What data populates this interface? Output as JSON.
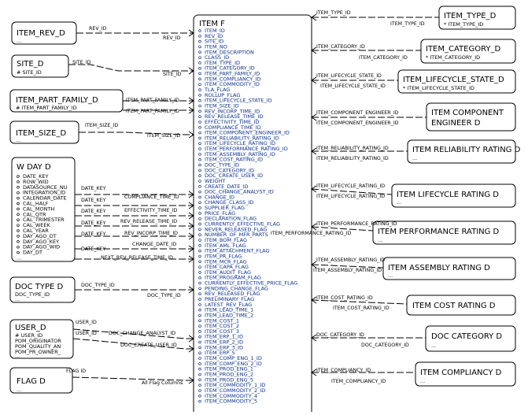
{
  "center": {
    "title": "ITEM F",
    "columns": [
      "ITEM_ID",
      "REV_ID",
      "SITE_ID",
      "ITEM_NO",
      "ITEM_DESCRIPTION",
      "CLASS_ID",
      "ITEM_TYPE_ID",
      "ITEM_CATEGORY_ID",
      "ITEM_PART_FAMILY_ID",
      "ITEM_COMPLIANCY_ID",
      "ITEM_COMMODITY_ID",
      "TLA_FLAG",
      "ROLLUP_FLAG",
      "ITEM_LIFECYCLE_STATE_ID",
      "ITEM_SIZE_ID",
      "REV_INCORP_TIME_ID",
      "REV_RELEASE_TIME_ID",
      "EFFECTIVITY_TIME_ID",
      "COMPLIANCE_TIME_ID",
      "ITEM_COMPONENT_ENGINEER_ID",
      "ITEM_RELIABILITY_RATING_ID",
      "ITEM_LIFECYCLE_RATING_ID",
      "ITEM_PERFORMANCE_RATING_ID",
      "ITEM_ASSEMBLY_RATING_ID",
      "ITEM_COST_RATING_ID",
      "DOC_TYPE_ID",
      "DOC_CATEGORY_ID",
      "DOC_CREATE_USER_ID",
      "WEIGHT",
      "CREATE_DATE_ID",
      "DOC_CHANGE_ANALYST_ID",
      "CHANGE_ID",
      "CHANGE_CLASS_ID",
      "SUPPLIER_FLAG",
      "PRICE_FLAG",
      "DECLARATION_FLAG",
      "CURRENTLY_EFFECTIVE_FLAG",
      "NEVER_RELEASED_FLAG",
      "NUMBER_OF_MFR_PARTS",
      "ITEM_BOM_FLAG",
      "ITEM_AML_FLAG",
      "ITEM_ATTACHMENT_FLAG",
      "ITEM_PR_FLAG",
      "ITEM_MCR_FLAG",
      "ITEM_CAPA_FLAG",
      "ITEM_AUDIT_FLAG",
      "ITEM_PROGRAM_FLAG",
      "CURRENTLY_EFFECTIVE_PRICE_FLAG",
      "PENDING_CHANGE_FLAG",
      "REV_RELEASED_FLAG",
      "PRELIMINARY_FLAG",
      "LATEST_REV_FLAG",
      "ITEM_LEAD_TIME_1",
      "ITEM_LEAD_TIME_2",
      "ITEM_COST_1",
      "ITEM_COST_2",
      "ITEM_COST_3",
      "ITEM_ERP_1_ID",
      "ITEM_ERP_2_ID",
      "ITEM_ERP_3_ID",
      "ITEM_ERP_5",
      "ITEM_COMP_ENG_1_ID",
      "ITEM_COMP_ENG_2_ID",
      "ITEM_PROD_ENG_1",
      "ITEM_PROD_ENG_2",
      "ITEM_PROD_ENG_5",
      "ITEM_COMMODITY_1_ID",
      "ITEM_COMMODITY_2_ID",
      "ITEM_COMMODITY_4",
      "ITEM_COMMODITY_5"
    ]
  },
  "left_entities": [
    {
      "title": "ITEM_REV_D",
      "lines": [
        "..."
      ]
    },
    {
      "title": "SITE_D",
      "lines": [
        "# SITE_ID"
      ]
    },
    {
      "title": "ITEM_PART_FAMILY_D",
      "lines": [
        "# ITEM_PART_FAMILY_ID"
      ]
    },
    {
      "title": "ITEM_SIZE_D",
      "lines": [
        "..."
      ]
    },
    {
      "title": "W DAY D",
      "lines": [
        "DATE_KEY",
        "ROW_WID",
        "DATASOURCE_NU",
        "INTEGRATION_ID",
        "CALENDAR_DATE",
        "CAL_HALF",
        "CAL_MONTH",
        "CAL_QTR",
        "CAL_TRIMESTER",
        "CAL_WEEK",
        "CAL_YEAR",
        "DAY_AGO_DT",
        "DAY_AGO_KEY",
        "DAY_AGO_WID",
        "DAY_DT",
        "..."
      ]
    },
    {
      "title": "DOC TYPE D",
      "lines": [
        "DOC_TYPE_ID",
        "..."
      ]
    },
    {
      "title": "USER_D",
      "lines": [
        "# USER_ID",
        "POM_ORIGINATOR",
        "POM_QUALITY_AN",
        "POM_PR_OWNER_",
        "..."
      ]
    },
    {
      "title": "FLAG D",
      "lines": [
        "..."
      ]
    }
  ],
  "right_entities": [
    {
      "title": "ITEM_TYPE_D",
      "lines": [
        "* ITEM_TYPE_ID"
      ]
    },
    {
      "title": "ITEM_CATEGORY_D",
      "lines": [
        "* ITEM_CATEGORY_ID"
      ]
    },
    {
      "title": "ITEM_LIFECYCLE_STATE_D",
      "lines": [
        "* ITEM_LIFECYCLE_STATE_ID"
      ]
    },
    {
      "title": "ITEM COMPONENT ENGINEER D",
      "lines": []
    },
    {
      "title": "ITEM RELIABILITY RATING D",
      "lines": [
        "..."
      ]
    },
    {
      "title": "ITEM LIFECYCLE RATING D",
      "lines": [
        "..."
      ]
    },
    {
      "title": "ITEM PERFORMANCE RATING D",
      "lines": [
        "..."
      ]
    },
    {
      "title": "ITEM ASSEMBLY RATING D",
      "lines": [
        "..."
      ]
    },
    {
      "title": "ITEM COST RATING D",
      "lines": []
    },
    {
      "title": "DOC CATEGORY D",
      "lines": [
        "..."
      ]
    },
    {
      "title": "ITEM COMPLIANCY D",
      "lines": [
        "..."
      ]
    }
  ],
  "left_links": [
    {
      "entity_label": "REV_ID",
      "fact_label": "REV_ID"
    },
    {
      "entity_label": "SITE_ID",
      "fact_label": "SITE_ID"
    },
    {
      "entity_label": "ITEM_PART_FAMILY_ID",
      "fact_label": "ITEM_PART_FAMILY_ID"
    },
    {
      "entity_label": "ITEM_SIZE_ID",
      "fact_label": "ITEM_SIZE_ID"
    },
    {
      "entity_label": "DATE_KEY",
      "fact_label": "COMPLIANCE_TIME_ID"
    },
    {
      "entity_label": "DATE_KEY",
      "fact_label": "EFFECTIVITY_TIME_ID"
    },
    {
      "entity_label": "DATE_KEY",
      "fact_label": "REV_RELEASE_TIME_ID"
    },
    {
      "entity_label": "DATE_KEY",
      "fact_label": "REV_INCORP_TIME_ID"
    },
    {
      "entity_label": "DATE_KEY",
      "fact_label": "CHANGE_DATE_ID"
    },
    {
      "entity_label": "",
      "fact_label": "NEXT_REV_RELEASE_TIME_ID"
    },
    {
      "entity_label": "DOC_TYPE_ID",
      "fact_label": "DOC_TYPE_ID"
    },
    {
      "entity_label": "USER_ID",
      "fact_label": "DOC_CHANGE_ANALYST_ID"
    },
    {
      "entity_label": "USER_ID",
      "fact_label": "DOC_CREATE_USER_ID"
    },
    {
      "entity_label": "FLAG ID",
      "fact_label": "All Flag Columns"
    }
  ],
  "right_links": [
    {
      "fact_label": "ITEM_TYPE_ID",
      "entity_label": "ITEM_TYPE_ID"
    },
    {
      "fact_label": "ITEM_CATEGORY_ID",
      "entity_label": "ITEM_CATEGORY_ID"
    },
    {
      "fact_label": "ITEM_LIFECYCLE_STATE_ID",
      "entity_label": "ITEM_LIFECYCLE_STATE_ID"
    },
    {
      "fact_label": "ITEM_COMPONENT_ENGINEER_ID",
      "entity_label": "ITEM_COMPONENT_ENGINEER_ID"
    },
    {
      "fact_label": "ITEM_RELIABILITY_RATING_ID",
      "entity_label": "ITEM_RELIABILITY_RATING_ID"
    },
    {
      "fact_label": "ITEM_LIFECYCLE_RATING_ID",
      "entity_label": "ITEM_LIFECYCLE_RATING_ID"
    },
    {
      "fact_label": "ITEM_PERFORMANCE_RATING_ID",
      "entity_label": "ITEM_PERFORMANCE_RATING_ID"
    },
    {
      "fact_label": "ITEM_ASSEMBLY_RATING_ID",
      "entity_label": "ITEM_ASSEMBLY_RATING_ID"
    },
    {
      "fact_label": "ITEM_COST_RATING_ID",
      "entity_label": "ITEM_COST_RATING_ID"
    },
    {
      "fact_label": "DOC_CATEGORY_ID",
      "entity_label": "DOC_CATEGORY_ID"
    },
    {
      "fact_label": "ITEM_COMPLIANCY_ID",
      "entity_label": "ITEM_COMPLIANCY_ID"
    }
  ]
}
